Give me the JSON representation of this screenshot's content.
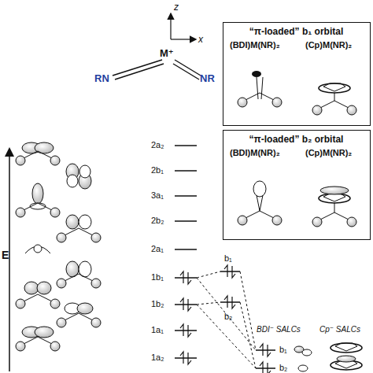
{
  "diagram": {
    "nodes": [
      {
        "text": [
          "“π-loaded” b₁ orbital",
          "(BDI)M(NR)₂",
          "(Cp)M(NR)₂"
        ]
      },
      {
        "text": [
          "“π-loaded” b₂ orbital",
          "(BDI)M(NR)₂",
          "(Cp)M(NR)₂"
        ]
      }
    ],
    "labels": [
      "z",
      "x",
      "M⁺",
      "RN",
      "NR",
      "E",
      "2a₂",
      "2b₁",
      "3a₁",
      "2b₂",
      "2a₁",
      "1b₁",
      "1b₂",
      "1a₁",
      "1a₂",
      "b₁",
      "b₂",
      "BDI⁻ SALCs",
      "Cp⁻ SALCs",
      "b₁",
      "b₂"
    ]
  }
}
